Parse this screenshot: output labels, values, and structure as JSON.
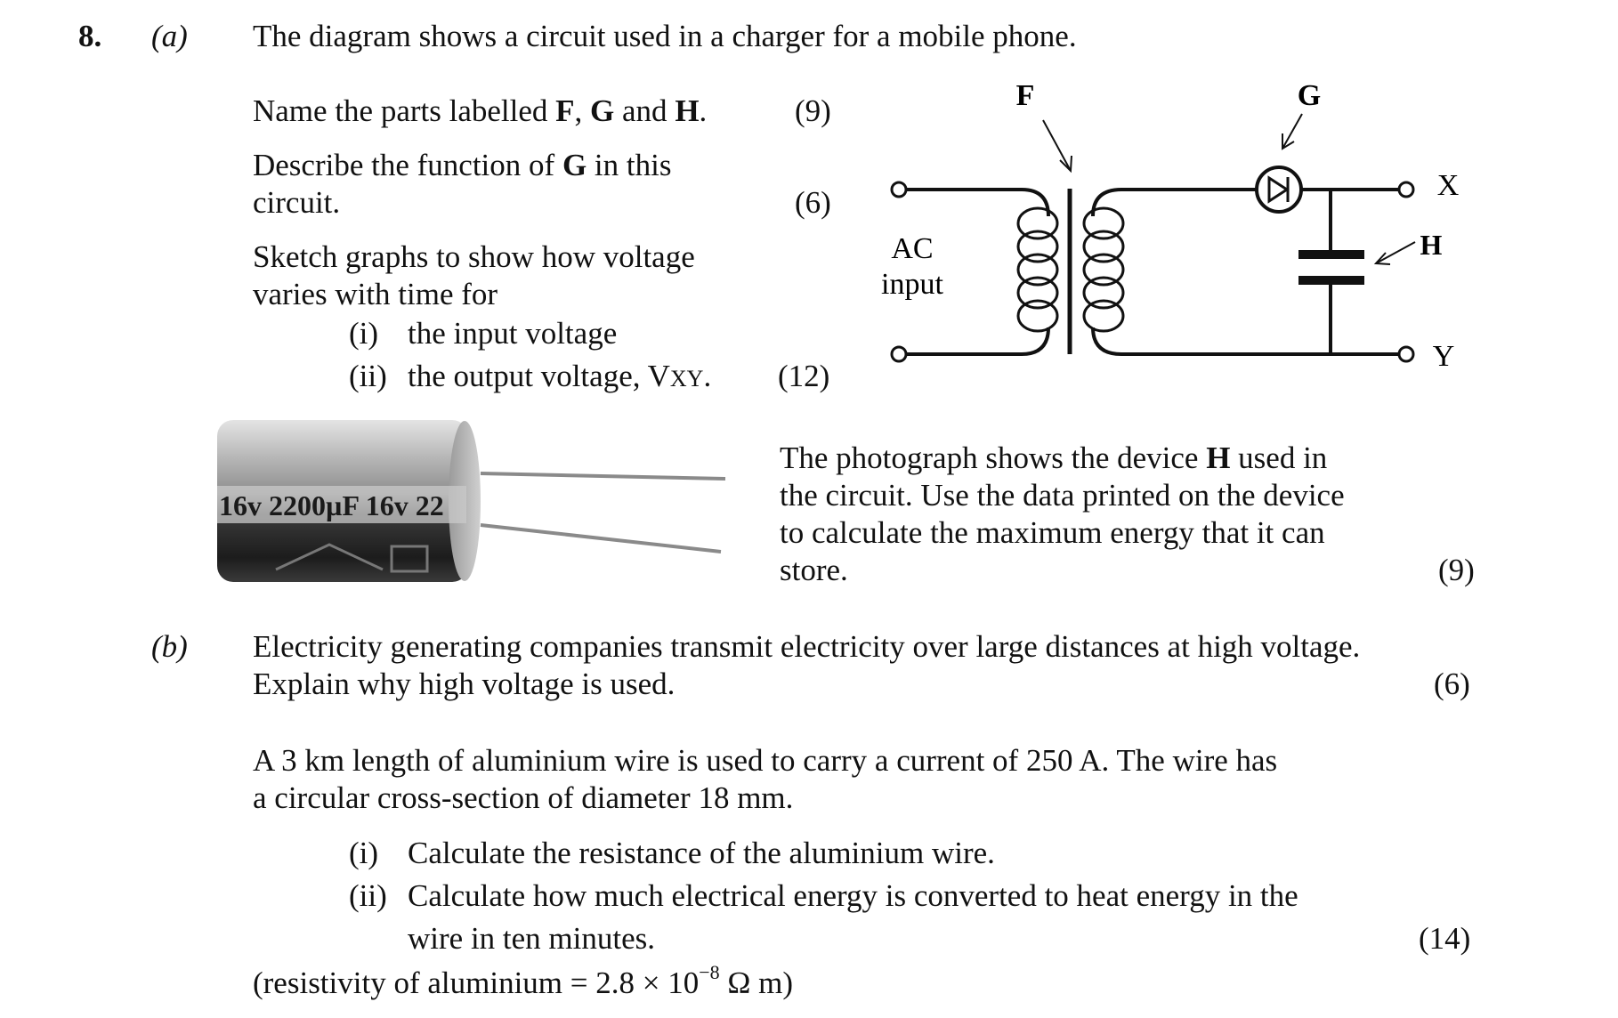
{
  "question": {
    "number": "8.",
    "part_a": {
      "label": "(a)",
      "intro": "The diagram shows a circuit used in a charger for a mobile phone.",
      "task1": {
        "pre": "Name the parts labelled ",
        "F": "F",
        "comma": ", ",
        "G": "G",
        "and": " and ",
        "H": "H",
        "end": ".",
        "marks": "(9)"
      },
      "task2": {
        "line1_pre": "Describe the function of ",
        "G": "G",
        "line1_post": " in this",
        "line2": "circuit.",
        "marks": "(6)"
      },
      "task3": {
        "line1": "Sketch graphs to show how voltage",
        "line2": "varies with time for",
        "i_num": "(i)",
        "i_text": "the input voltage",
        "ii_num": "(ii)",
        "ii_text_pre": "the output voltage, V",
        "ii_sub": "XY",
        "ii_end": ".",
        "marks": "(12)"
      },
      "photo_text": {
        "line1_pre": "The photograph shows the device ",
        "H": "H",
        "line1_post": " used in",
        "line2": "the circuit. Use the data printed on the device",
        "line3": "to calculate the maximum energy that it can",
        "line4": "store.",
        "marks": "(9)"
      }
    },
    "part_b": {
      "label": "(b)",
      "line1": "Electricity generating companies transmit electricity over large distances at high voltage.",
      "line2": "Explain why high voltage is used.",
      "marks1": "(6)",
      "para1": "A 3 km length of aluminium wire is used to carry a current of 250 A. The wire has",
      "para2": "a circular cross-section of diameter 18 mm.",
      "i_num": "(i)",
      "i_text": "Calculate the resistance of the aluminium wire.",
      "ii_num": "(ii)",
      "ii_text1": "Calculate how much electrical energy is converted to heat energy in the",
      "ii_text2": "wire in ten minutes.",
      "marks2": "(14)",
      "resistivity_pre": "(resistivity of aluminium = 2.8 × 10",
      "resistivity_exp": "−8",
      "resistivity_post": "Ω m)"
    }
  },
  "circuit": {
    "label_F": "F",
    "label_G": "G",
    "label_H": "H",
    "label_X": "X",
    "label_Y": "Y",
    "ac_line1": "AC",
    "ac_line2": "input"
  },
  "capacitor_photo": {
    "printed_text": "16v 2200µF 16v 22"
  }
}
